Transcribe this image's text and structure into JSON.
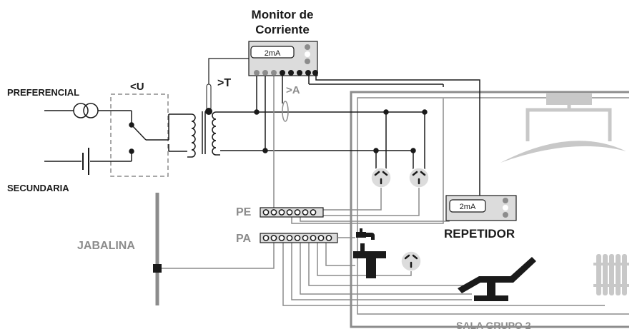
{
  "labels": {
    "monitor_line1": "Monitor de",
    "monitor_line2": "Corriente",
    "monitor_reading": "2mA",
    "preferencial": "PREFERENCIAL",
    "secundaria": "SECUNDARIA",
    "under_voltage": "<U",
    "over_temp": ">T",
    "over_current": ">A",
    "pe": "PE",
    "pa": "PA",
    "jabalina": "JABALINA",
    "repetidor": "REPETIDOR",
    "repeater_reading": "2mA",
    "sala": "SALA GRUPO 2"
  },
  "colors": {
    "line": "#1a1a1a",
    "gray_line": "#8c8c8c",
    "light_gray": "#c8c8c8",
    "panel_fill": "#dcdcdc",
    "label_gray": "#8c8c8c"
  },
  "icons": {
    "preferencial_source": "ac-source-icon",
    "secundaria_source": "battery-icon",
    "transformer": "isolation-transformer-icon",
    "temperature_sensor": "thermometer-icon",
    "current_sensor": "current-transformer-icon",
    "outlets": "power-outlet-icon",
    "faucet": "faucet-sink-icon",
    "operating_table": "surgical-table-icon",
    "surgical_lamp": "surgical-lamp-icon",
    "radiator": "radiator-icon",
    "ground_rod": "ground-rod-icon"
  }
}
